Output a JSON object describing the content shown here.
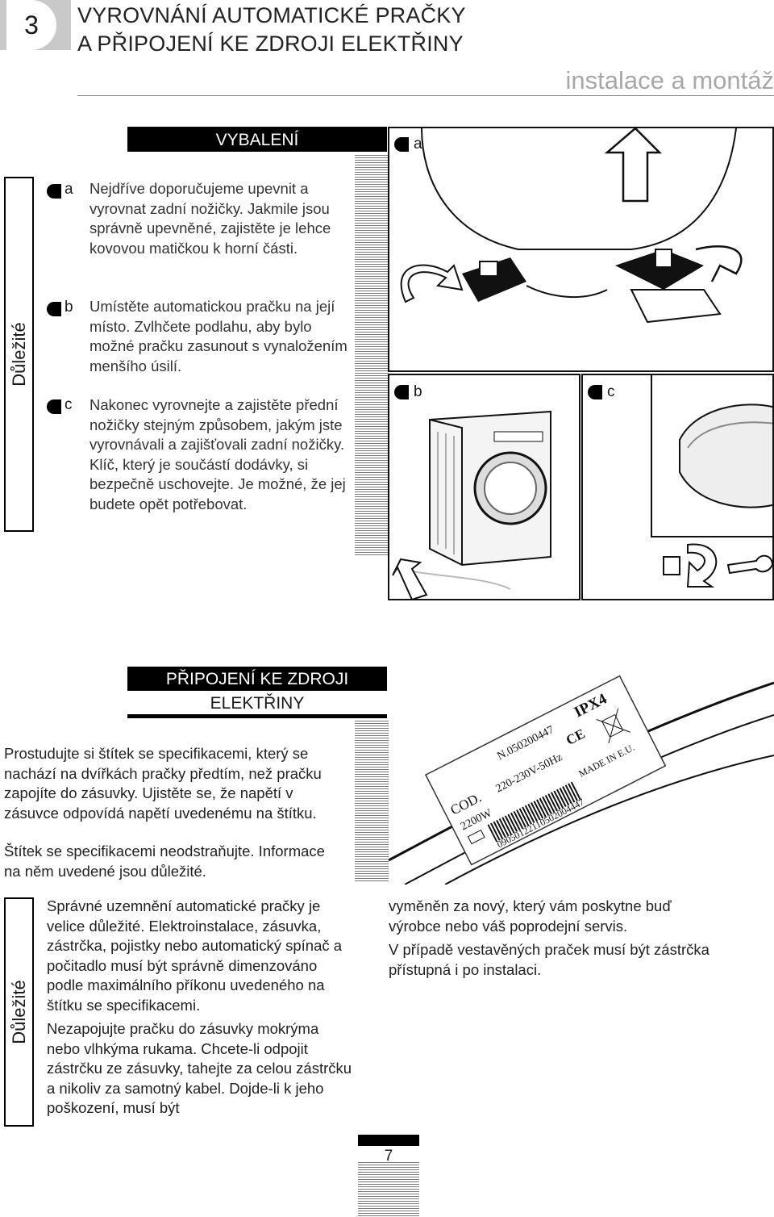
{
  "header": {
    "chapter_number": "3",
    "title_line1": "VYROVNÁNÍ AUTOMATICKÉ PRAČKY",
    "title_line2": "A PŘIPOJENÍ KE ZDROJI ELEKTŘINY",
    "subtitle": "instalace a montáž"
  },
  "unpacking": {
    "heading": "VYBALENÍ",
    "important_label": "Důležité",
    "steps": [
      {
        "letter": "a",
        "text": "Nejdříve doporučujeme upevnit a vyrovnat zadní nožičky. Jakmile jsou správně upevněné, zajistěte je lehce kovovou matičkou k horní části."
      },
      {
        "letter": "b",
        "text": "Umístěte automatickou pračku na její místo. Zvlhčete podlahu, aby bylo možné pračku zasunout s vynaložením menšího úsilí."
      },
      {
        "letter": "c",
        "text": "Nakonec vyrovnejte a zajistěte přední nožičky stejným způsobem, jakým jste vyrovnávali a zajišťovali zadní nožičky. Klíč, který je součástí dodávky, si bezpečně uschovejte. Je možné, že jej budete opět potřebovat."
      }
    ],
    "figures": [
      {
        "letter": "a",
        "icon": "foot-leveling-illustration"
      },
      {
        "letter": "b",
        "icon": "washer-placement-illustration"
      },
      {
        "letter": "c",
        "icon": "front-foot-wrench-illustration"
      }
    ]
  },
  "power": {
    "heading_line1": "PŘIPOJENÍ KE ZDROJI",
    "heading_line2": "ELEKTŘINY",
    "intro": "Prostudujte si štítek se specifikacemi, který se nachází na dvířkách pračky předtím, než pračku zapojíte do zásuvky. Ujistěte se, že napětí v zásuvce odpovídá napětí uvedenému na štítku.",
    "intro2": "Štítek se specifikacemi neodstraňujte. Informace na něm uvedené jsou důležité.",
    "label": {
      "cod": "COD.",
      "number": "N.050200447",
      "ipx": "IPX4",
      "power": "2200W",
      "voltage": "220-230V-50Hz",
      "made_in": "MADE IN E.U.",
      "barcode": "09050122110502004447",
      "ce": "CE"
    },
    "important_label": "Důležité",
    "col1_p1": "Správné uzemnění automatické pračky je velice důležité. Elektroinstalace, zásuvka, zástrčka, pojistky nebo automatický spínač a počitadlo musí být správně dimenzováno podle maximálního příkonu uvedeného na štítku se specifikacemi.",
    "col1_p2": "Nezapojujte pračku do zásuvky mokrýma nebo vlhkýma rukama. Chcete-li odpojit zástrčku ze zásuvky, tahejte za celou zástrčku a nikoliv za samotný kabel. Dojde-li k jeho poškození, musí být",
    "col2_p1": "vyměněn za nový, který vám poskytne buď výrobce nebo váš poprodejní servis.",
    "col2_p2": "V případě vestavěných praček musí být zástrčka přístupná i po instalaci."
  },
  "page_number": "7"
}
